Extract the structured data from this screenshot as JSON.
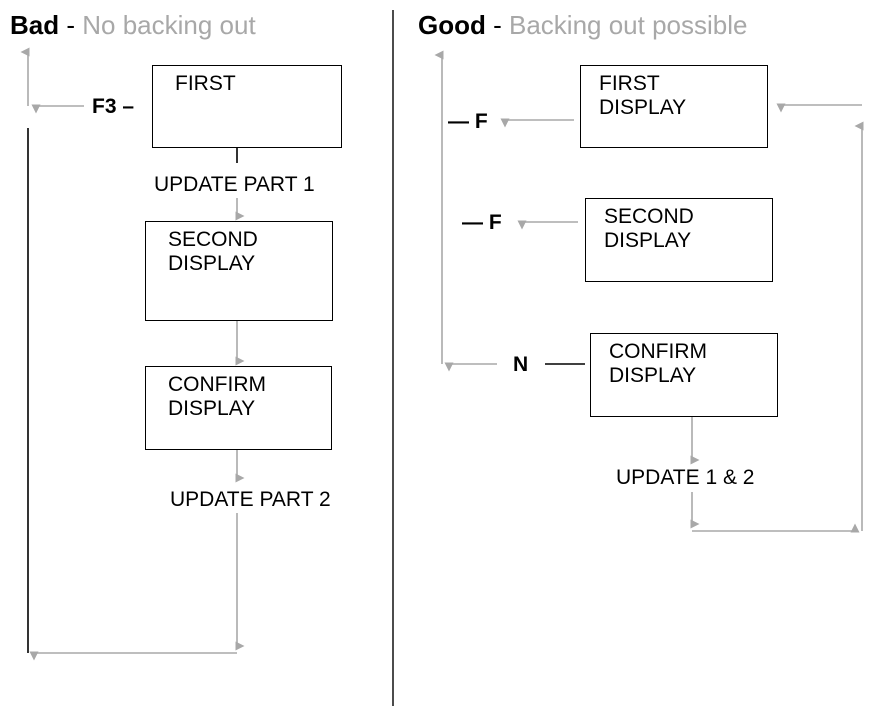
{
  "diagram": {
    "title_left": {
      "strong": "Bad",
      "dash": " - ",
      "muted": "No backing out"
    },
    "title_right": {
      "strong": "Good",
      "dash": " - ",
      "muted": "Backing out possible"
    },
    "accent_gray": "#a8a8a8",
    "line_black": "#000000",
    "panels": [
      {
        "id": "bad",
        "name": "Bad - No backing out",
        "nodes": [
          {
            "id": "bad-first",
            "label": "FIRST"
          },
          {
            "id": "bad-second",
            "label": "SECOND\nDISPLAY"
          },
          {
            "id": "bad-confirm",
            "label": "CONFIRM\nDISPLAY"
          }
        ],
        "captions": [
          {
            "id": "bad-update-1",
            "text": "UPDATE PART 1"
          },
          {
            "id": "bad-update-2",
            "text": "UPDATE PART 2"
          }
        ],
        "keys": [
          {
            "id": "bad-key-f3",
            "text": "F3 –"
          }
        ]
      },
      {
        "id": "good",
        "name": "Good - Backing out possible",
        "nodes": [
          {
            "id": "good-first",
            "label": "FIRST\nDISPLAY"
          },
          {
            "id": "good-second",
            "label": "SECOND\nDISPLAY"
          },
          {
            "id": "good-confirm",
            "label": "CONFIRM\nDISPLAY"
          }
        ],
        "captions": [
          {
            "id": "good-update-12",
            "text": "UPDATE 1 & 2"
          }
        ],
        "keys": [
          {
            "id": "good-key-f-1",
            "text": "— F"
          },
          {
            "id": "good-key-f-2",
            "text": "— F"
          },
          {
            "id": "good-key-n",
            "text": "N"
          }
        ]
      }
    ]
  }
}
